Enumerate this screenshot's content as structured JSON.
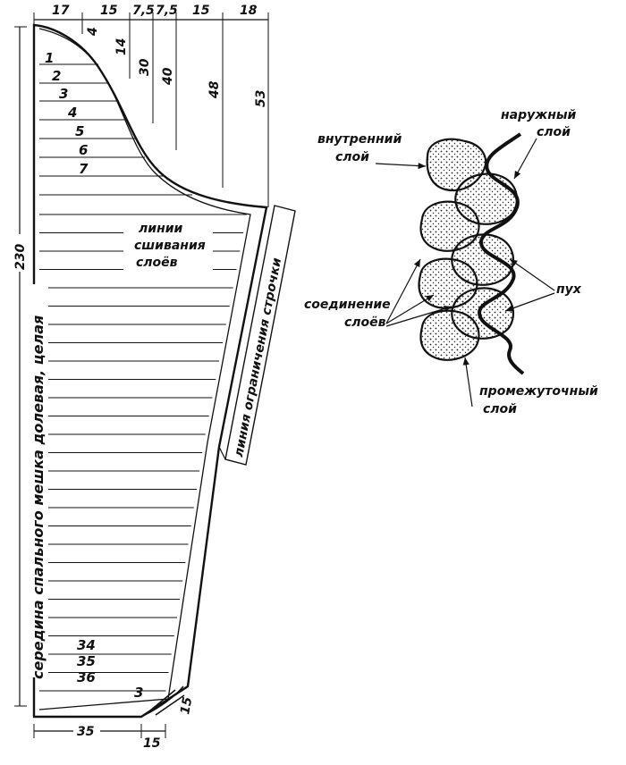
{
  "top_dims": [
    {
      "text": "17"
    },
    {
      "text": "15"
    },
    {
      "text": "7,5"
    },
    {
      "text": "7,5"
    },
    {
      "text": "15"
    },
    {
      "text": "18"
    }
  ],
  "vertical_dims": [
    {
      "text": "4"
    },
    {
      "text": "14"
    },
    {
      "text": "30"
    },
    {
      "text": "40"
    },
    {
      "text": "48"
    },
    {
      "text": "53"
    }
  ],
  "height_dim": "230",
  "bottom_dims": [
    {
      "text": "35"
    },
    {
      "text": "15"
    }
  ],
  "side_dim": "15",
  "row_numbers": [
    "1",
    "2",
    "3",
    "4",
    "5",
    "6",
    "7"
  ],
  "bottom_row_numbers": [
    "34",
    "35",
    "36"
  ],
  "corner_number": "3",
  "stitch_label": [
    "линии",
    "сшивания",
    "слоёв"
  ],
  "boundary_label": "линия ограничения строчки",
  "center_label": "середина спального мешка долевая, целая",
  "section": {
    "outer_layer": [
      "наружный",
      "слой"
    ],
    "inner_layer": [
      "внутренний",
      "слой"
    ],
    "down": "пух",
    "junction": [
      "соединение",
      "слоёв"
    ],
    "middle_layer": [
      "промежуточный",
      "слой"
    ]
  }
}
